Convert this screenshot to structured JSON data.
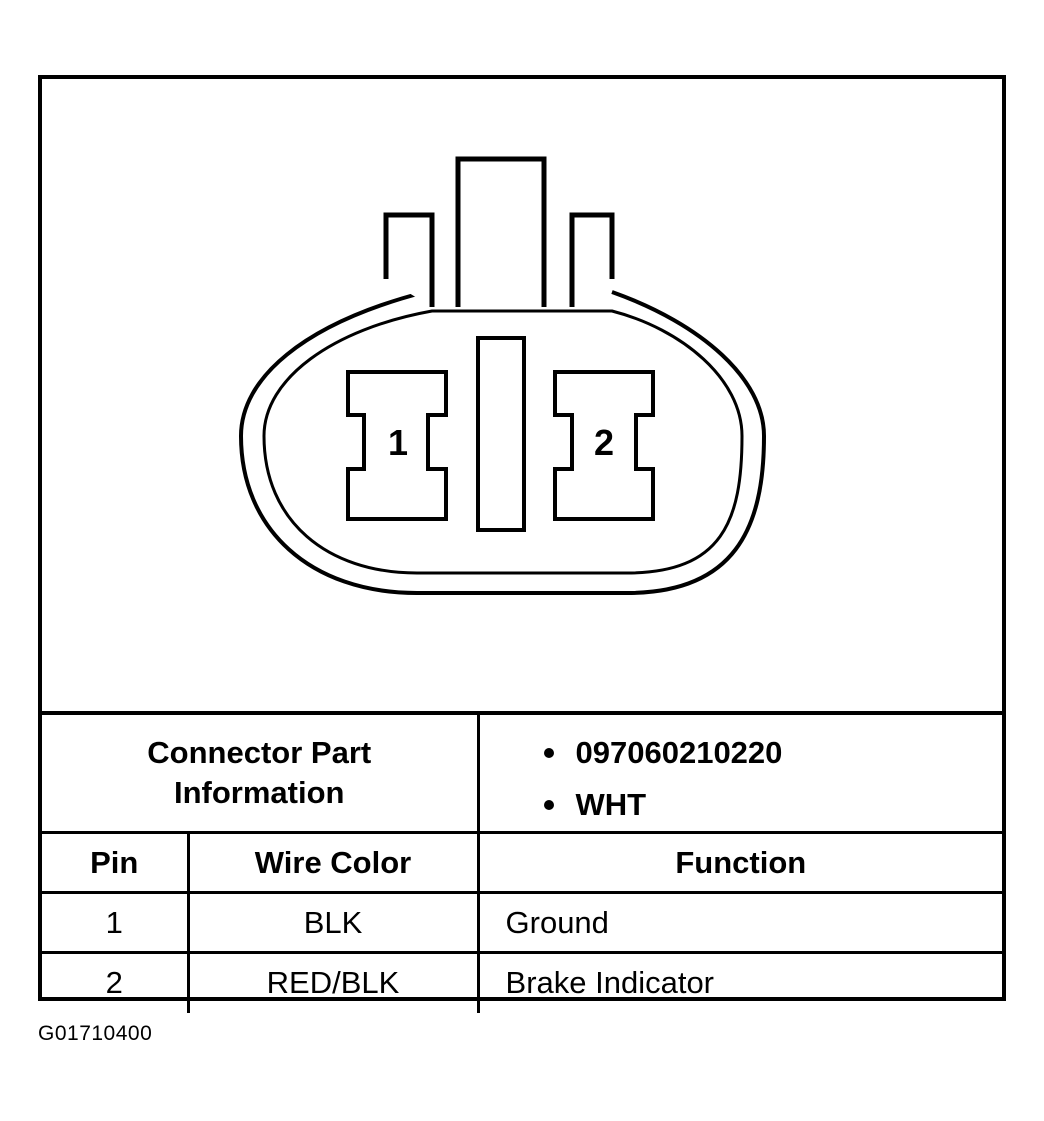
{
  "diagram": {
    "pins": [
      {
        "label": "1"
      },
      {
        "label": "2"
      }
    ]
  },
  "connector_info": {
    "label_line1": "Connector Part",
    "label_line2": "Information",
    "values": [
      "097060210220",
      "WHT"
    ]
  },
  "table": {
    "headers": {
      "pin": "Pin",
      "wire_color": "Wire Color",
      "function": "Function"
    },
    "rows": [
      {
        "pin": "1",
        "wire_color": "BLK",
        "function": "Ground"
      },
      {
        "pin": "2",
        "wire_color": "RED/BLK",
        "function": "Brake Indicator"
      }
    ]
  },
  "footer": {
    "code": "G01710400"
  }
}
